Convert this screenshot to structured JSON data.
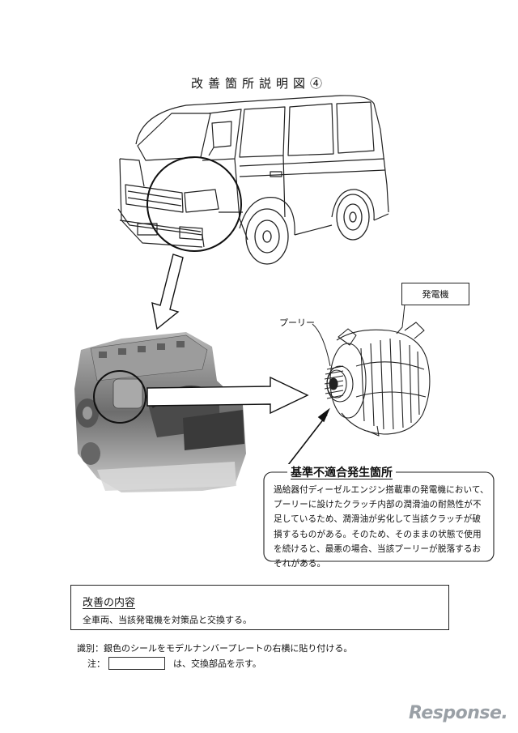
{
  "document": {
    "title": "改善箇所説明図④",
    "generator_label": "発電機",
    "pulley_label": "プーリー",
    "defect": {
      "heading": "基準不適合発生箇所",
      "text": "過給器付ディーゼルエンジン搭載車の発電機において、プーリーに設けたクラッチ内部の潤滑油の耐熱性が不足しているため、潤滑油が劣化して当該クラッチが破損するものがある。そのため、そのままの状態で使用を続けると、最悪の場合、当該プーリーが脱落するおそれがある。"
    },
    "improvement": {
      "heading": "改善の内容",
      "body": "全車両、当該発電機を対策品と交換する。"
    },
    "identification": "識別：銀色のシールをモデルナンバープレートの右横に貼り付ける。",
    "legend": {
      "prefix": "注：",
      "suffix": "は、交換部品を示す。"
    },
    "watermark": "Response."
  },
  "colors": {
    "line": "#222222",
    "engine_fill": "#8a8a8a",
    "engine_dark": "#3a3a3a",
    "watermark": "#9aa0a6"
  },
  "icons": {
    "van": "van-line-drawing",
    "engine": "engine-photo",
    "alternator": "alternator-drawing"
  }
}
